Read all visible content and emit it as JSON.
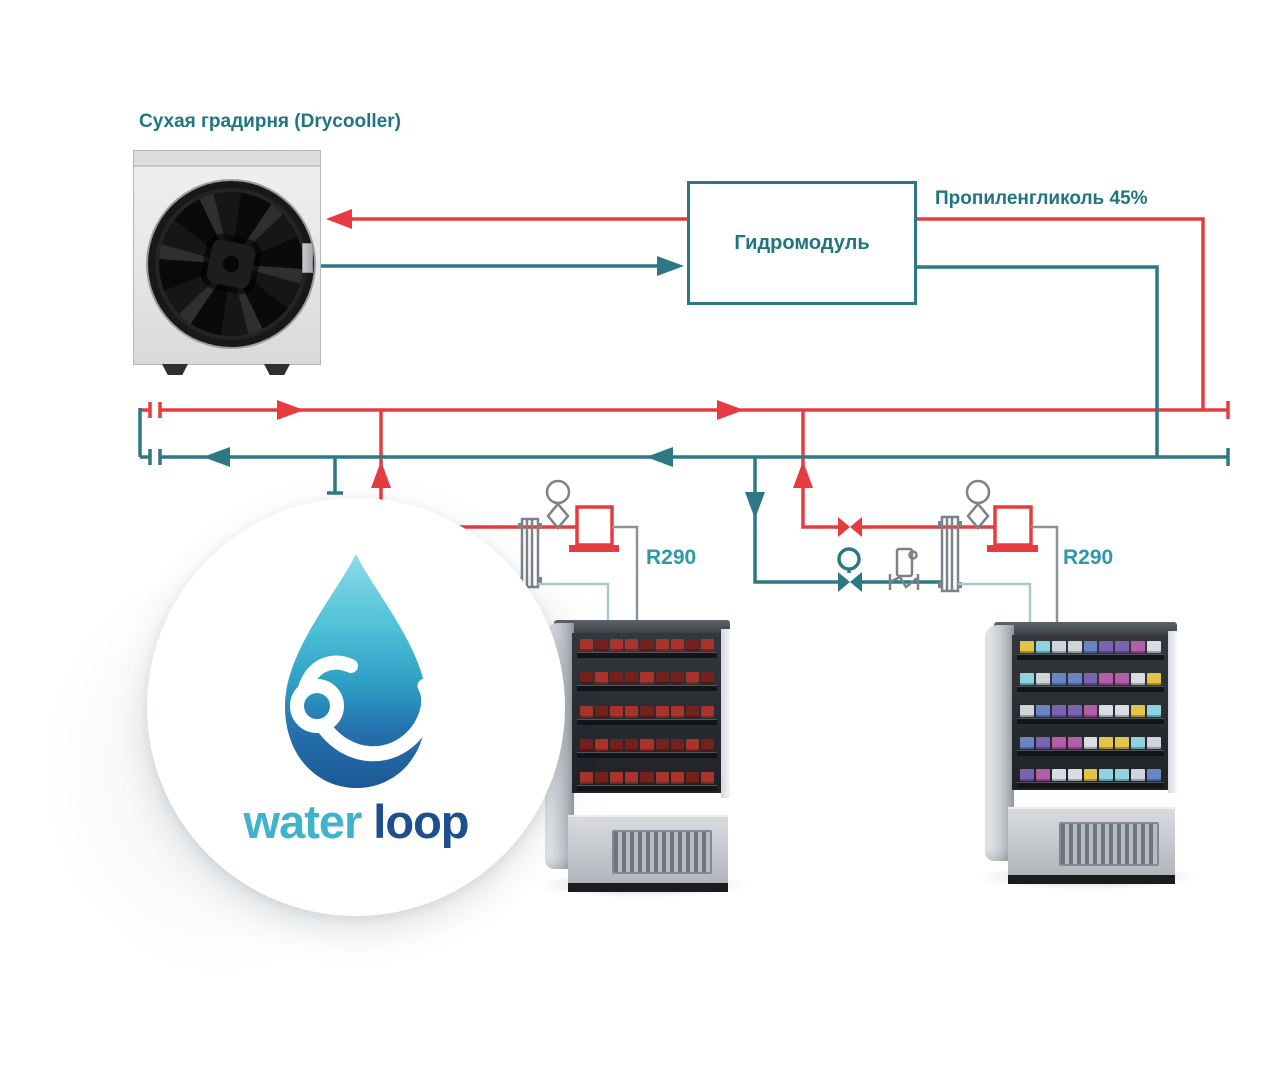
{
  "labels": {
    "drycooler_title": "Сухая градирня (Drycooller)",
    "hydromodule": "Гидромодуль",
    "coolant": "Пропиленгликоль 45%"
  },
  "cases": [
    {
      "refrigerant": "R290",
      "shelves": 5,
      "products_palette": [
        "#a8342d",
        "#8e2a26",
        "#c4524a",
        "#73211d",
        "#cf6a5f",
        "#b7443c"
      ]
    },
    {
      "refrigerant": "R290",
      "shelves": 5,
      "products_palette": [
        "#e2c44b",
        "#b65da8",
        "#6a85c7",
        "#8fd3e0",
        "#d9dde2",
        "#7a63b0",
        "#cfd4da"
      ]
    }
  ],
  "logo": {
    "word_light": "water",
    "word_dark": "loop"
  },
  "colors": {
    "warm_line_red": "#e63b40",
    "cold_line_teal": "#2e7886",
    "label_teal": "#1f7580",
    "refrigerant_label_teal": "#2e99a8",
    "aux_pipe_gray": "#8d9399",
    "aux_pipe_pale_teal": "#a7c8cc",
    "logo_word_light": "#3fb3cc",
    "logo_word_dark": "#1d4f8c"
  }
}
